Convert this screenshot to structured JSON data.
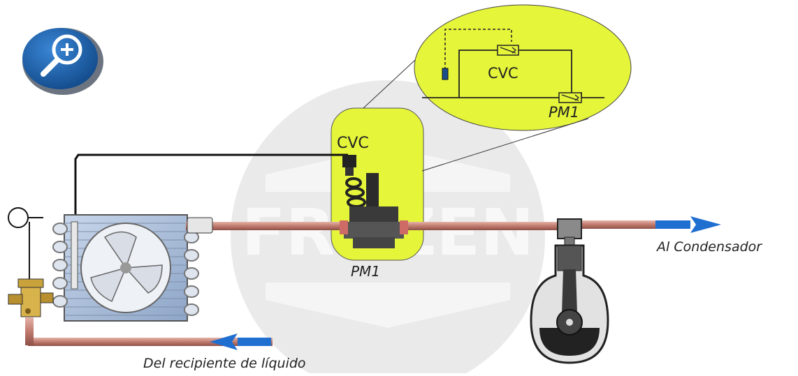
{
  "zoom_button": {
    "icon": "zoom-in-icon"
  },
  "watermark": {
    "text": "FROZEN"
  },
  "labels": {
    "cvc_main": "CVC",
    "pm1_main": "PM1",
    "cvc_inset": "CVC",
    "pm1_inset": "PM1",
    "to_condenser": "Al Condensador",
    "from_receiver": "Del recipiente de líquido"
  },
  "colors": {
    "highlight": "#e5f53a",
    "pipe": "#c98a7e",
    "flow_arrow": "#1f6fd1",
    "zoom_button": "#1c5fa6"
  }
}
